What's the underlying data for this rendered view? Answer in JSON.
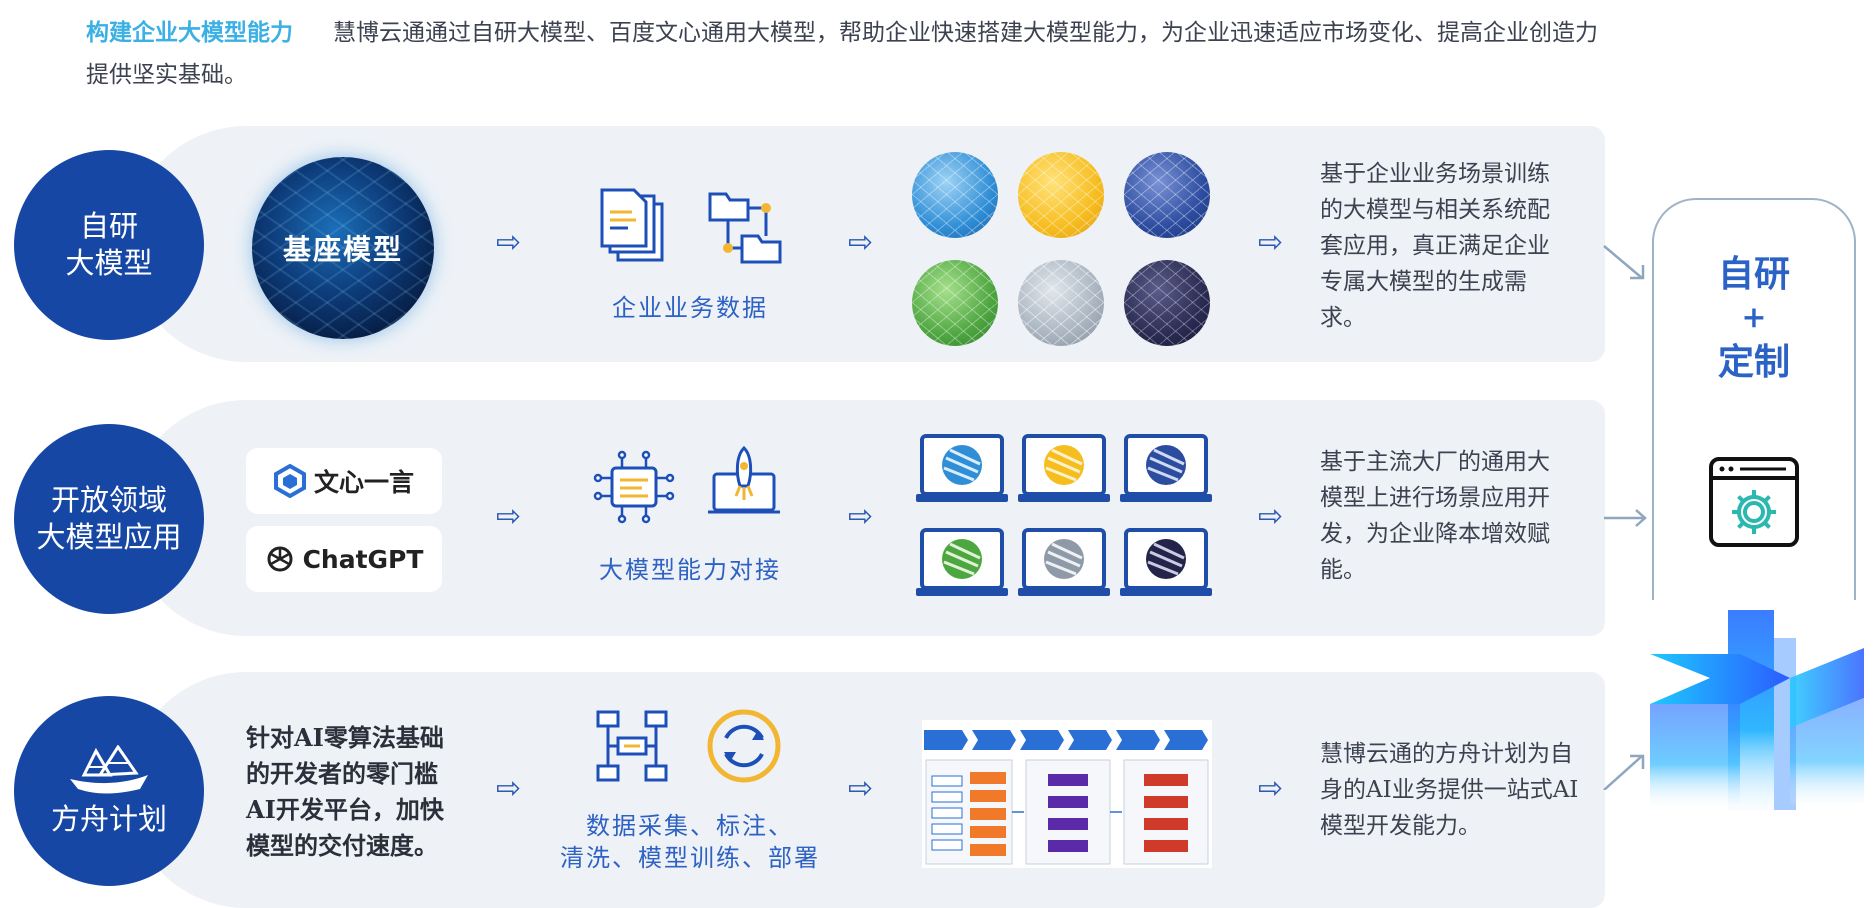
{
  "intro": {
    "highlight": "构建企业大模型能力",
    "text": "慧博云通通过自研大模型、百度文心通用大模型，帮助企业快速搭建大模型能力，为企业迅速适应市场变化、提高企业创造力提供坚实基础。"
  },
  "rows": [
    {
      "circle_lines": [
        "自研",
        "大模型"
      ],
      "globe_label": "基座模型",
      "caption": "企业业务数据",
      "description": "基于企业业务场景训练的大模型与相关系统配套应用，真正满足企业专属大模型的生成需求。"
    },
    {
      "circle_lines": [
        "开放领域",
        "大模型应用"
      ],
      "logos": [
        "文心一言",
        "ChatGPT"
      ],
      "caption": "大模型能力对接",
      "description": "基于主流大厂的通用大模型上进行场景应用开发，为企业降本增效赋能。"
    },
    {
      "circle_lines": [
        "方舟计划"
      ],
      "text": "针对AI零算法基础的开发者的零门槛AI开发平台，加快模型的交付速度。",
      "caption_lines": [
        "数据采集、标注、",
        "清洗、模型训练、部署"
      ],
      "description": "慧博云通的方舟计划为自身的AI业务提供一站式AI模型开发能力。"
    }
  ],
  "arrow_glyph": "⇨",
  "right_panel": {
    "title_top": "自研",
    "plus": "+",
    "title_bottom": "定制"
  },
  "colors": {
    "primary": "#1747a5",
    "accent": "#3ab0e4",
    "caption": "#2d62c4",
    "band": "#eef2f7"
  },
  "icons": [
    "documents-icon",
    "folder-tree-icon",
    "chip-icon",
    "rocket-laptop-icon",
    "network-icon",
    "refresh-icon",
    "settings-window-icon",
    "ship-icon"
  ]
}
